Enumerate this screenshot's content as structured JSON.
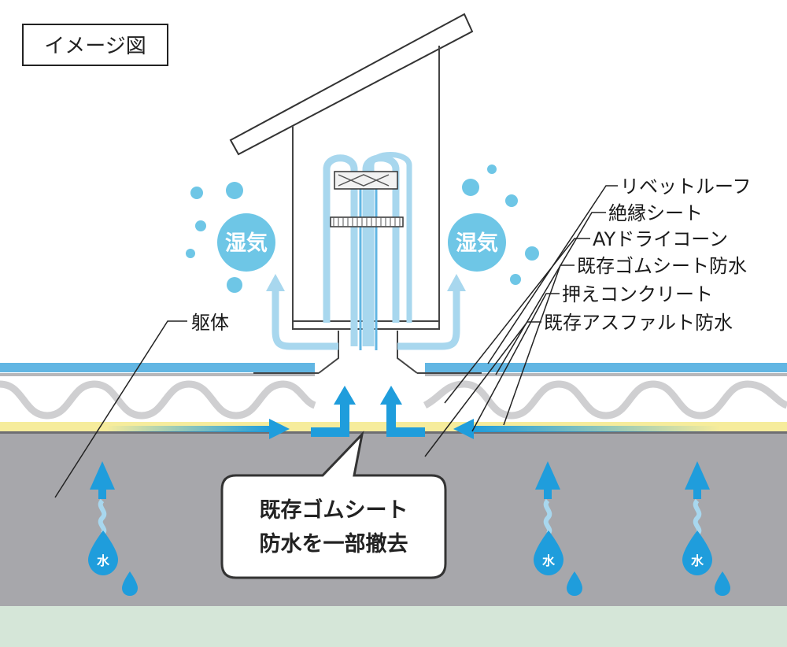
{
  "title": "イメージ図",
  "moisture_label": "湿気",
  "water_label": "水",
  "body_label": "躯体",
  "layer_labels": [
    "リベットルーフ",
    "絶縁シート",
    "AYドライコーン",
    "既存ゴムシート防水",
    "押えコンクリート",
    "既存アスファルト防水"
  ],
  "callout": [
    "既存ゴムシート",
    "防水を一部撤去"
  ],
  "colors": {
    "roof_blue": "#62b6e3",
    "arrow_blue": "#1f9ddc",
    "pale_blue": "#a8d7ee",
    "bubble_blue": "#6ec6e6",
    "slab_gray": "#a7a7ab",
    "ground_green": "#d5e6d8",
    "yellow_layer": "#f6ec9c"
  }
}
